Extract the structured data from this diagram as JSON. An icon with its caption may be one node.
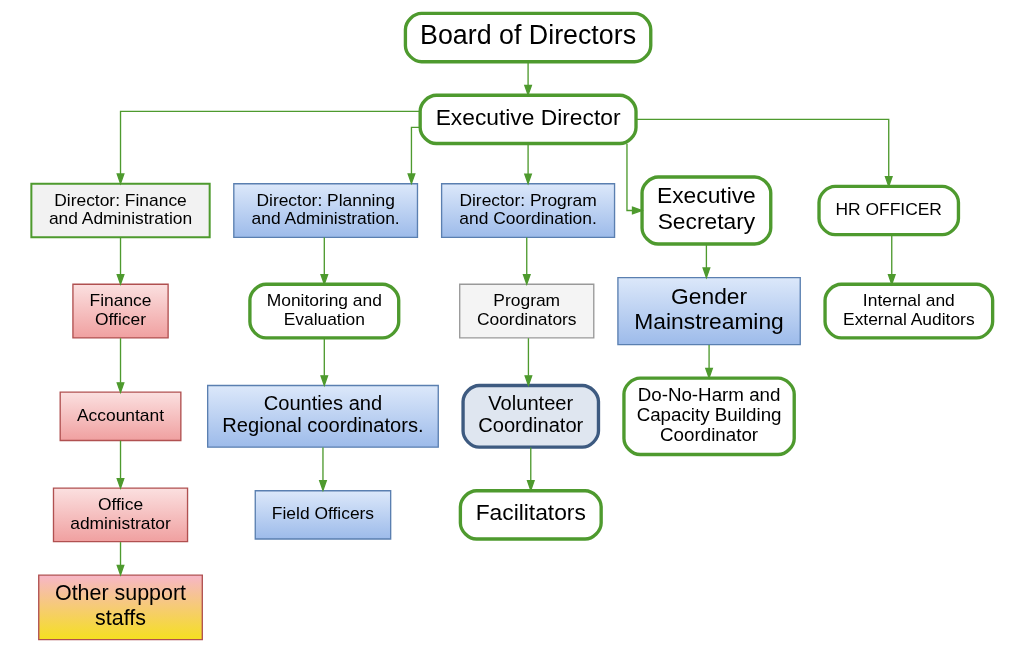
{
  "diagram": {
    "nodes": [
      {
        "text": [
          "Board of Directors"
        ]
      },
      {
        "text": [
          "Executive Director"
        ]
      },
      {
        "text": [
          "Director: Finance and Administration"
        ]
      },
      {
        "text": [
          "Director: Planning and Administration."
        ]
      },
      {
        "text": [
          "Director: Program and Coordination."
        ]
      },
      {
        "text": [
          "Executive Secretary"
        ]
      },
      {
        "text": [
          "HR OFFICER"
        ]
      },
      {
        "text": [
          "Finance Officer"
        ]
      },
      {
        "text": [
          "Accountant"
        ]
      },
      {
        "text": [
          "Office administrator"
        ]
      },
      {
        "text": [
          "Other support staffs"
        ]
      },
      {
        "text": [
          "Monitoring and Evaluation"
        ]
      },
      {
        "text": [
          "Counties and Regional coordinators."
        ]
      },
      {
        "text": [
          "Field Officers"
        ]
      },
      {
        "text": [
          "Program Coordinators"
        ]
      },
      {
        "text": [
          "Volunteer Coordinator"
        ]
      },
      {
        "text": [
          "Facilitators"
        ]
      },
      {
        "text": [
          "Gender Mainstreaming"
        ]
      },
      {
        "text": [
          "Do-No-Harm and Capacity Building Coordinator"
        ]
      },
      {
        "text": [
          "Internal and External Auditors"
        ]
      }
    ],
    "edges": [
      {
        "from": 0,
        "to": 1,
        "arrow": "to"
      },
      {
        "from": 1,
        "to": 2,
        "arrow": "to"
      },
      {
        "from": 1,
        "to": 3,
        "arrow": "to"
      },
      {
        "from": 1,
        "to": 4,
        "arrow": "to"
      },
      {
        "from": 1,
        "to": 5,
        "arrow": "to"
      },
      {
        "from": 1,
        "to": 6,
        "arrow": "to"
      },
      {
        "from": 2,
        "to": 7,
        "arrow": "to"
      },
      {
        "from": 7,
        "to": 8,
        "arrow": "to"
      },
      {
        "from": 8,
        "to": 9,
        "arrow": "to"
      },
      {
        "from": 9,
        "to": 10,
        "arrow": "to"
      },
      {
        "from": 3,
        "to": 11,
        "arrow": "to"
      },
      {
        "from": 11,
        "to": 12,
        "arrow": "to"
      },
      {
        "from": 12,
        "to": 13,
        "arrow": "to"
      },
      {
        "from": 4,
        "to": 14,
        "arrow": "to"
      },
      {
        "from": 14,
        "to": 15,
        "arrow": "to"
      },
      {
        "from": 15,
        "to": 16,
        "arrow": "to"
      },
      {
        "from": 5,
        "to": 17,
        "arrow": "to"
      },
      {
        "from": 17,
        "to": 18,
        "arrow": "to"
      },
      {
        "from": 6,
        "to": 19,
        "arrow": "to"
      }
    ]
  }
}
